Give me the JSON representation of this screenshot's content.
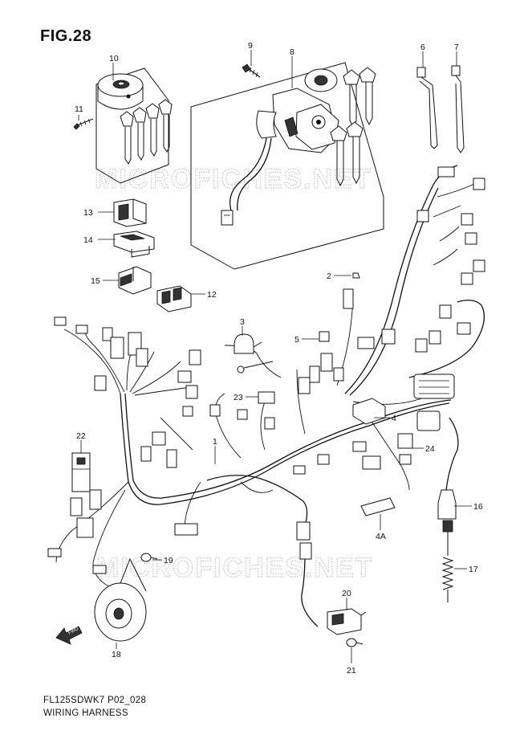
{
  "figure": {
    "title": "FIG.28"
  },
  "footer": {
    "model_code": "FL125SDWK7 P02_028",
    "section_name": "WIRING HARNESS"
  },
  "watermark": {
    "text": "MICROFICHES.NET"
  },
  "parts": [
    {
      "number": "1"
    },
    {
      "number": "2"
    },
    {
      "number": "3"
    },
    {
      "number": "4"
    },
    {
      "number": "4A"
    },
    {
      "number": "5"
    },
    {
      "number": "6"
    },
    {
      "number": "7"
    },
    {
      "number": "8"
    },
    {
      "number": "9"
    },
    {
      "number": "10"
    },
    {
      "number": "11"
    },
    {
      "number": "12"
    },
    {
      "number": "13"
    },
    {
      "number": "14"
    },
    {
      "number": "15"
    },
    {
      "number": "16"
    },
    {
      "number": "17"
    },
    {
      "number": "18"
    },
    {
      "number": "19"
    },
    {
      "number": "20"
    },
    {
      "number": "21"
    },
    {
      "number": "22"
    },
    {
      "number": "23"
    },
    {
      "number": "24"
    }
  ],
  "direction_arrow": {
    "label": "FWD"
  }
}
